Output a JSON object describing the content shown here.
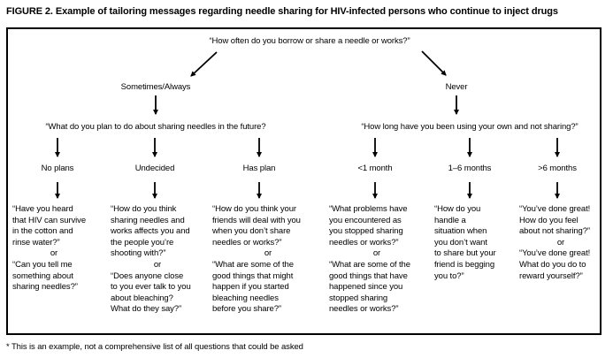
{
  "figure": {
    "title": "FIGURE 2. Example of tailoring messages regarding needle sharing for HIV-infected persons who continue to inject drugs",
    "footnote": "* This is an example, not a comprehensive list of all questions that could be asked"
  },
  "tree": {
    "root_question": "“How often do you borrow or share a needle or works?”",
    "branches": [
      {
        "label": "Sometimes/Always",
        "question": "“What do you plan to do about sharing needles in the future?",
        "options": [
          {
            "label": "No plans",
            "messages": [
              "“Have you heard\nthat HIV can survive\nin the cotton and\nrinse water?”",
              "or",
              "“Can you tell me\nsomething about\nsharing needles?”"
            ]
          },
          {
            "label": "Undecided",
            "messages": [
              "“How do you think\nsharing needles and\nworks affects you and\nthe people you’re\nshooting with?”",
              "or",
              "“Does anyone close\nto you ever talk to you\nabout bleaching?\nWhat do they say?”"
            ]
          },
          {
            "label": "Has plan",
            "messages": [
              "“How do you think your\nfriends will deal with you\nwhen you don’t share\nneedles or works?”",
              "or",
              "“What are some of the\ngood things that might\nhappen if you started\nbleaching needles\nbefore you share?”"
            ]
          }
        ]
      },
      {
        "label": "Never",
        "question": "“How long have you been using your own and not sharing?”",
        "options": [
          {
            "label": "<1 month",
            "messages": [
              "“What problems have\nyou encountered as\nyou stopped sharing\nneedles or works?”",
              "or",
              "“What are some of the\ngood things that have\nhappened since you\nstopped sharing\nneedles or works?”"
            ]
          },
          {
            "label": "1–6 months",
            "messages": [
              "“How do you\nhandle a\nsituation when\nyou don’t want\nto share but your\nfriend is begging\nyou to?”"
            ]
          },
          {
            "label": ">6 months",
            "messages": [
              "“You’ve done great!\nHow do you feel\nabout not sharing?”",
              "or",
              "“You’ve done great!\nWhat do you do to\nreward yourself?”"
            ]
          }
        ]
      }
    ]
  }
}
